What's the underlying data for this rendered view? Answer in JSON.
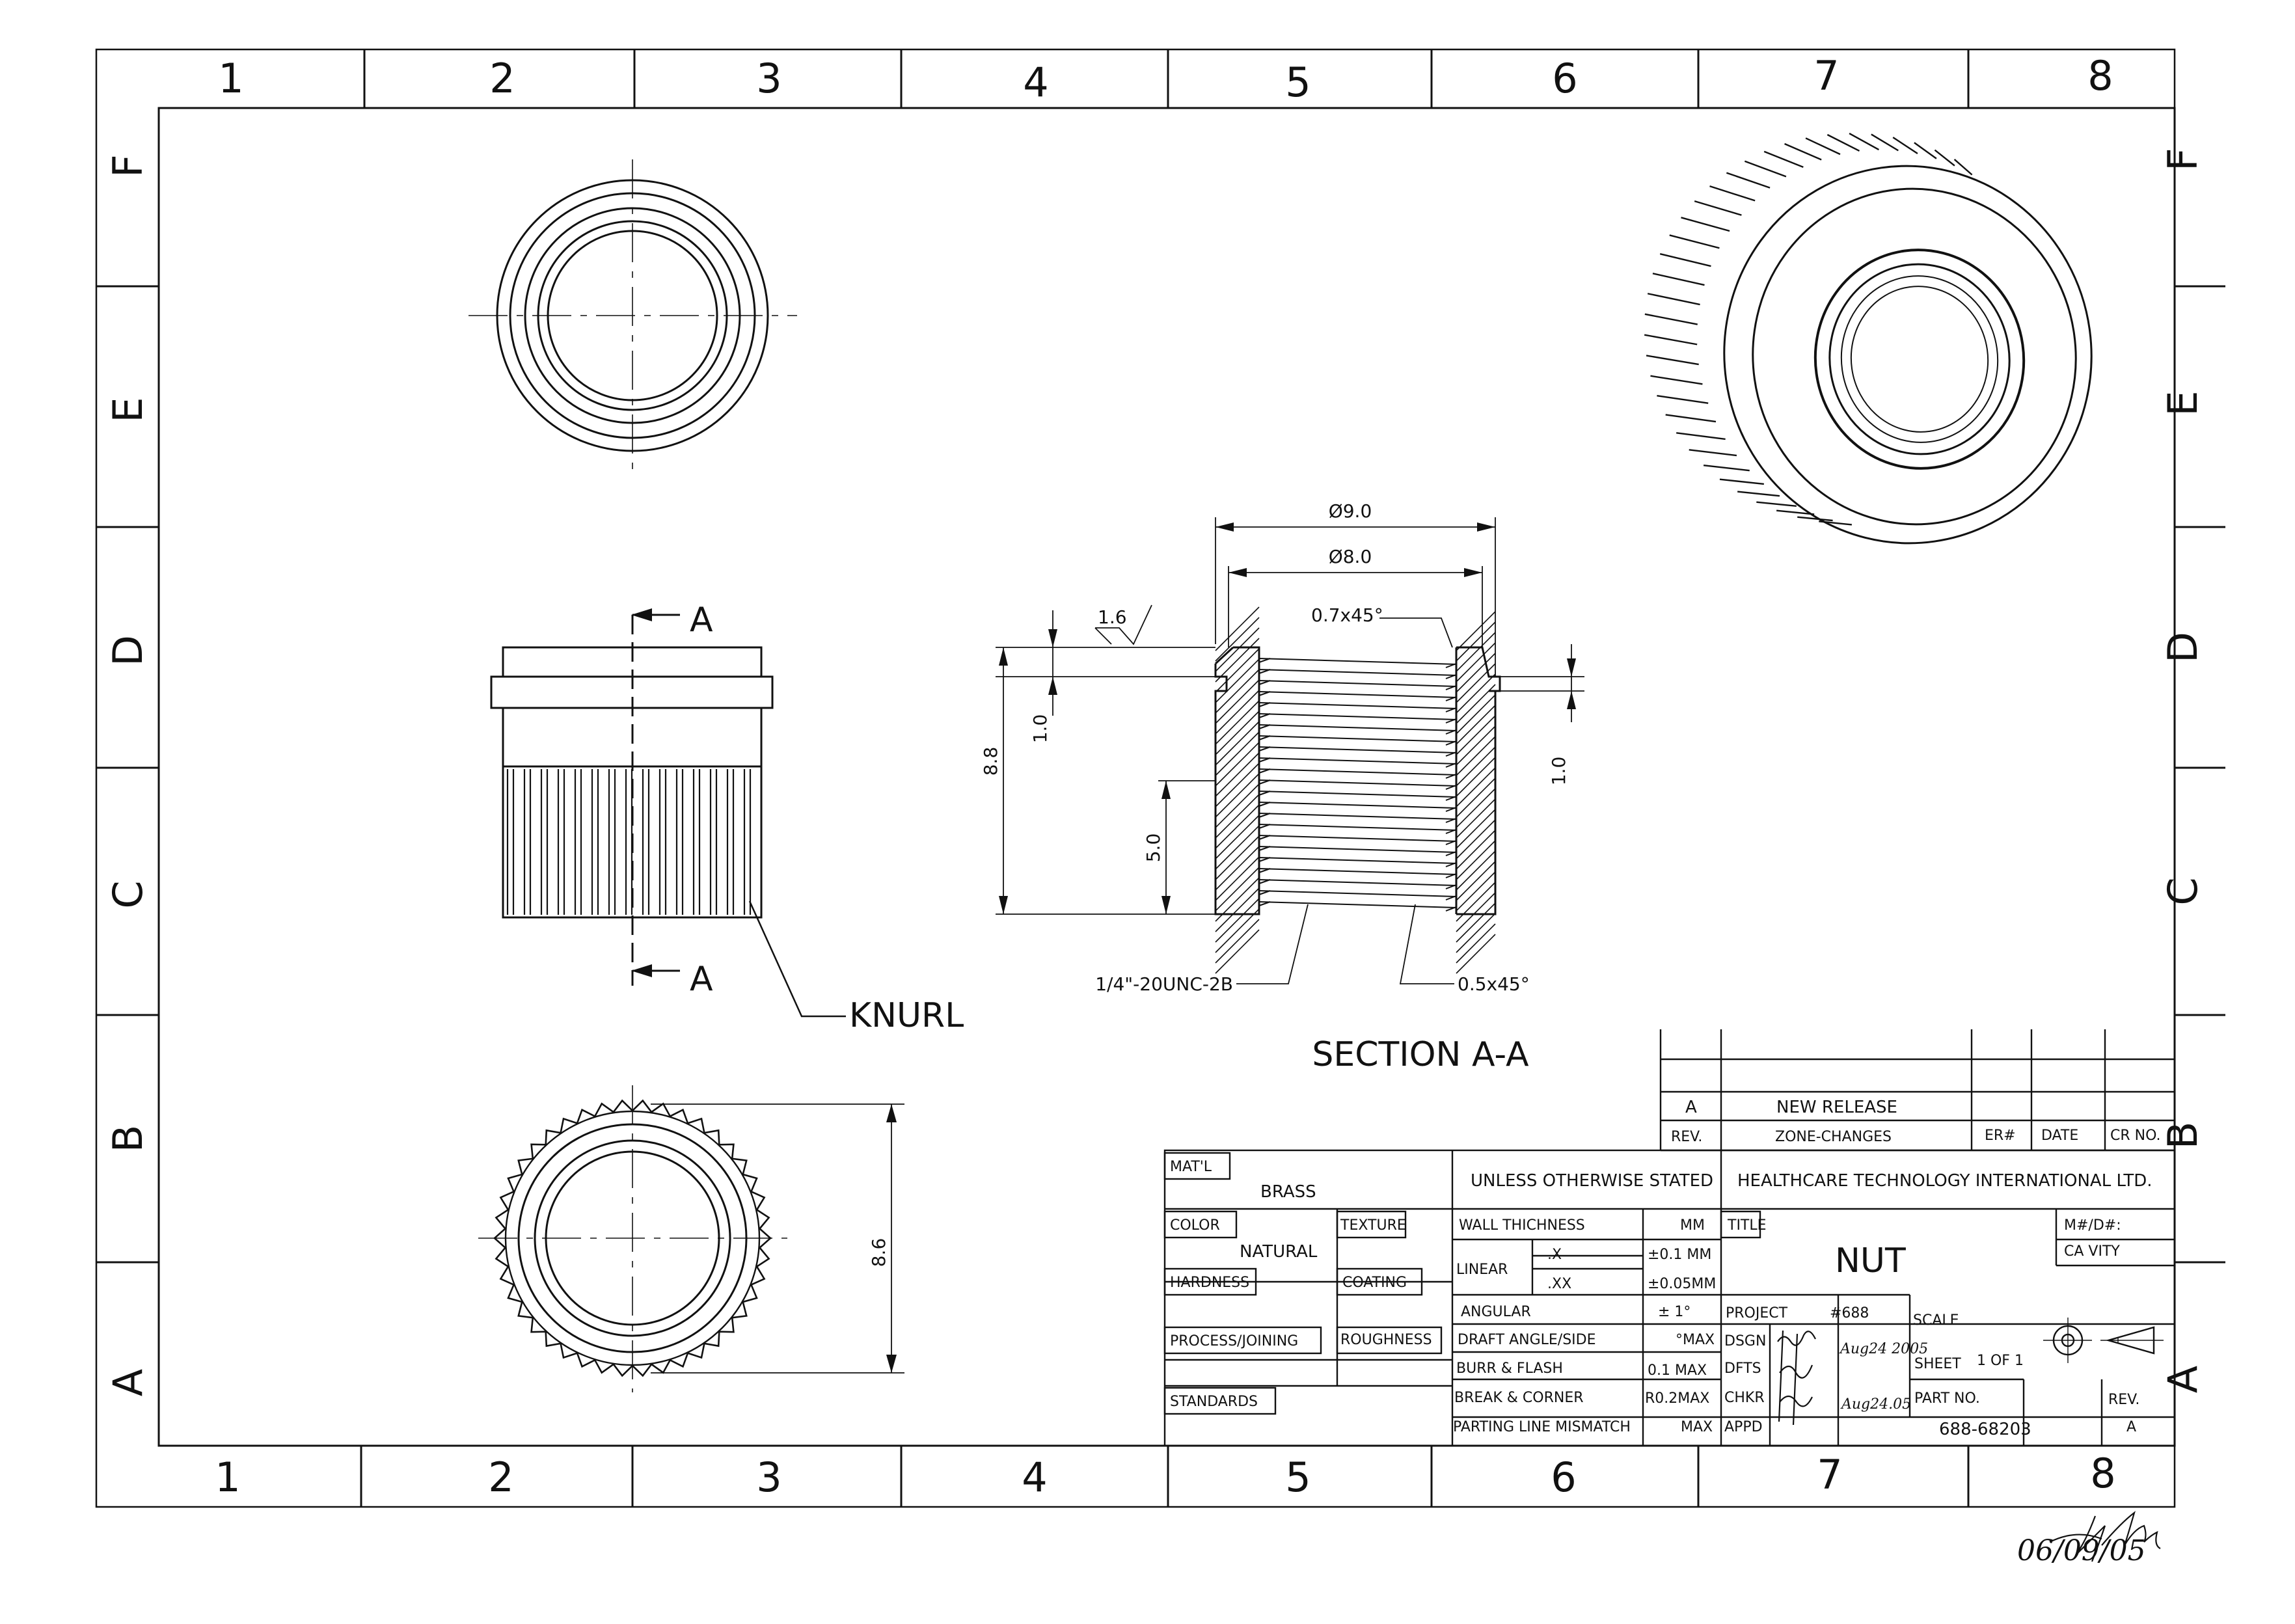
{
  "sheet": {
    "zones_columns": [
      "1",
      "2",
      "3",
      "4",
      "5",
      "6",
      "7",
      "8"
    ],
    "zones_rows": [
      "F",
      "E",
      "D",
      "C",
      "B",
      "A"
    ]
  },
  "views": {
    "section_label": "A",
    "knurl_label": "KNURL",
    "section_title": "SECTION A-A",
    "dims": {
      "dia_outer": "Ø9.0",
      "dia_inner": "Ø8.0",
      "chamfer_top": "0.7x45°",
      "chamfer_bottom": "0.5x45°",
      "thread": "1/4\"-20UNC-2B",
      "surface_finish": "1.6",
      "height": "8.8",
      "lip_left": "1.0",
      "lip_right": "1.0",
      "knurl_height": "5.0",
      "knurl_dia": "8.6"
    }
  },
  "revision": {
    "rev": "A",
    "description": "NEW RELEASE",
    "rev_header": "REV.",
    "zone_changes_header": "ZONE-CHANGES",
    "er_header": "ER#",
    "date_header": "DATE",
    "cr_header": "CR NO."
  },
  "title_block": {
    "matl_label": "MAT'L",
    "matl_value": "BRASS",
    "color_label": "COLOR",
    "color_value": "NATURAL",
    "texture_label": "TEXTURE",
    "hardness_label": "HARDNESS",
    "coating_label": "COATING",
    "process_label": "PROCESS/JOINING",
    "roughness_label": "ROUGHNESS",
    "standards_label": "STANDARDS",
    "unless_stated": "UNLESS OTHERWISE STATED",
    "company": "HEALTHCARE TECHNOLOGY INTERNATIONAL LTD.",
    "wall_thickness": "WALL THICHNESS",
    "mm": "MM",
    "linear": "LINEAR",
    "x": ".X",
    "x_tol": "±0.1 MM",
    "xx": ".XX",
    "xx_tol": "±0.05MM",
    "angular": "ANGULAR",
    "angular_tol": "± 1°",
    "draft_angle": "DRAFT ANGLE/SIDE",
    "draft_max": "°MAX",
    "burr_flash": "BURR & FLASH",
    "burr_max": "0.1 MAX",
    "break_corner": "BREAK & CORNER",
    "break_max": "R0.2MAX",
    "parting_line": "PARTING LINE MISMATCH",
    "parting_max": "MAX",
    "title_label": "TITLE",
    "title_value": "NUT",
    "m_d": "M#/D#:",
    "cavity": "CA VITY",
    "project_label": "PROJECT",
    "project_value": "#688",
    "scale_label": "SCALE",
    "dsgn": "DSGN",
    "dfts": "DFTS",
    "chkr": "CHKR",
    "appd": "APPD",
    "sheet_label": "SHEET",
    "sheet_value": "1 OF 1",
    "part_no_label": "PART NO.",
    "part_no_value": "688-68203",
    "rev_label": "REV.",
    "rev_value": "A"
  },
  "handwriting": {
    "dsgn_date": "Aug24 2005",
    "chkr_date": "Aug24.05",
    "footer_date": "06/09/05"
  },
  "colors": {
    "ink": "#111111",
    "paper": "#ffffff"
  }
}
